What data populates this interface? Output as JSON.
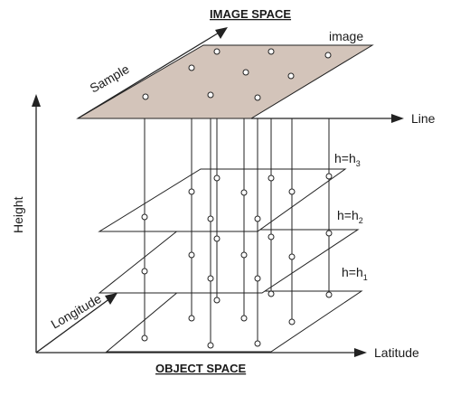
{
  "labels": {
    "image_space": "IMAGE SPACE",
    "object_space": "OBJECT SPACE",
    "image": "image",
    "sample": "Sample",
    "line": "Line",
    "height": "Height",
    "longitude": "Longitude",
    "latitude": "Latitude",
    "h3": {
      "base": "h=h",
      "sub": "3"
    },
    "h2": {
      "base": "h=h",
      "sub": "2"
    },
    "h1": {
      "base": "h=h",
      "sub": "1"
    }
  },
  "colors": {
    "image_plane_fill": "#d3c4ba",
    "line_color": "#222222"
  }
}
